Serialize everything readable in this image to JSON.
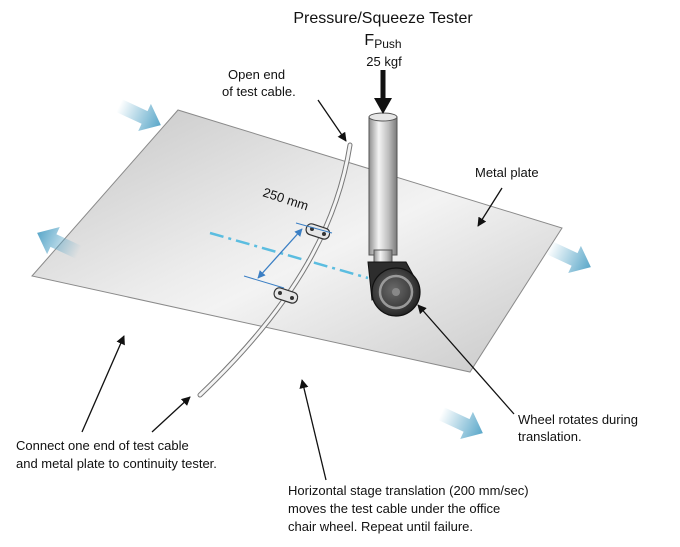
{
  "title": "Pressure/Squeeze Tester",
  "force": {
    "symbol": "F",
    "subscript": "Push",
    "value": "25 kgf"
  },
  "labels": {
    "open_end_line1": "Open end",
    "open_end_line2": "of test cable.",
    "distance": "250 mm",
    "metal_plate": "Metal plate",
    "wheel_line1": "Wheel rotates during",
    "wheel_line2": "translation.",
    "connect_line1": "Connect one end of test cable",
    "connect_line2": "and metal plate to continuity tester.",
    "translation_line1": "Horizontal stage translation (200 mm/sec)",
    "translation_line2": "moves the test cable under the office",
    "translation_line3": "chair wheel. Repeat until failure."
  },
  "colors": {
    "plate": "#d9d9d9",
    "motion_arrow": "#5aa7c9",
    "dimension": "#3b7fc4",
    "axis_line": "#5bbde0"
  },
  "icons": {
    "motion": "double-shaft-arrow",
    "force": "down-arrow",
    "wheel": "caster-wheel",
    "clip": "cable-clip"
  }
}
